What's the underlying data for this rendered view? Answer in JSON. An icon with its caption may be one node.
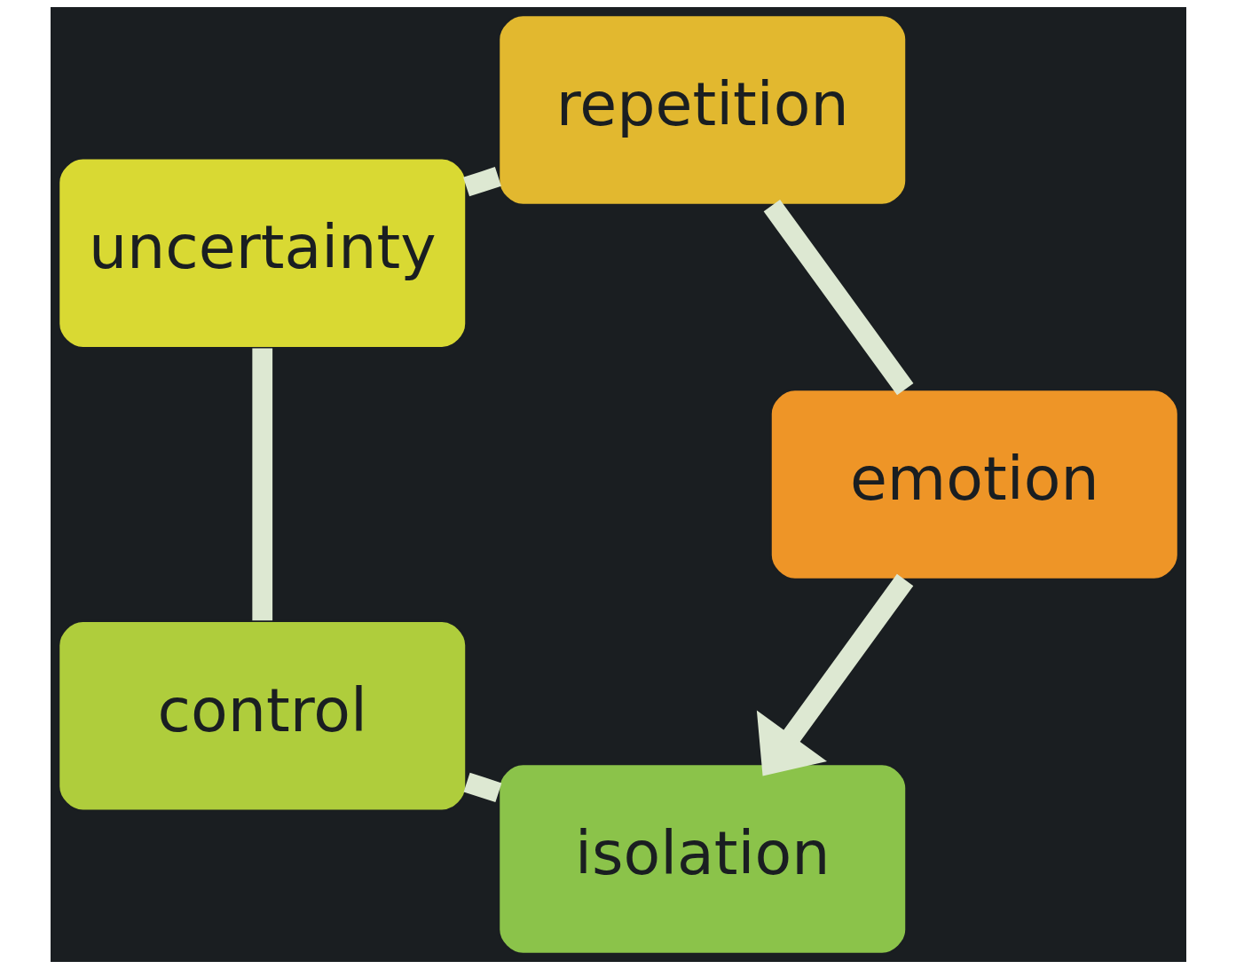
{
  "diagram": {
    "nodes": [
      {
        "text": [
          "isolation"
        ]
      },
      {
        "text": [
          "control"
        ]
      },
      {
        "text": [
          "uncertainty"
        ]
      },
      {
        "text": [
          "repetition"
        ]
      },
      {
        "text": [
          "emotion"
        ]
      }
    ],
    "edges": [
      {
        "from": 0,
        "to": 1,
        "arrow": "none"
      },
      {
        "from": 1,
        "to": 2,
        "arrow": "none"
      },
      {
        "from": 2,
        "to": 3,
        "arrow": "none"
      },
      {
        "from": 3,
        "to": 4,
        "arrow": "none"
      },
      {
        "from": 4,
        "to": 0,
        "arrow": "to"
      }
    ]
  }
}
